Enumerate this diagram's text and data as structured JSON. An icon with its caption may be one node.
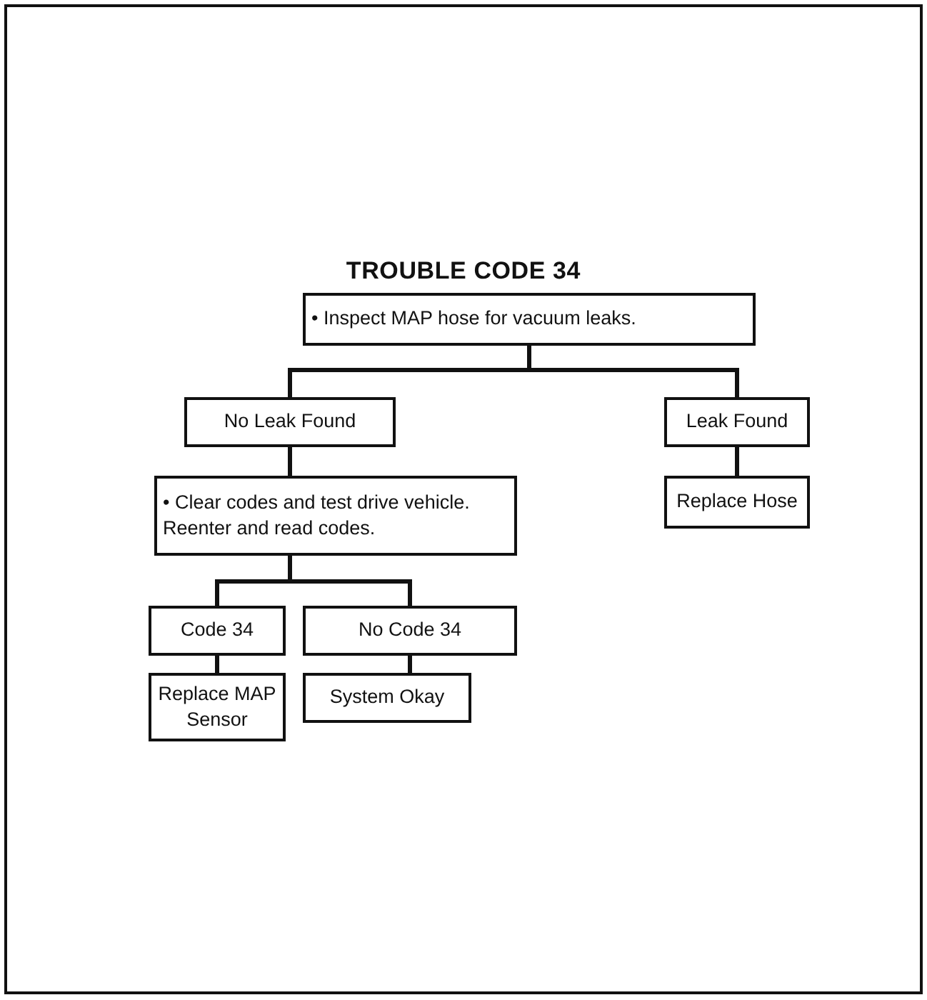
{
  "diagram": {
    "title": "TROUBLE CODE 34",
    "nodes": [
      {
        "text": [
          "• Inspect MAP hose for vacuum leaks."
        ]
      },
      {
        "text": [
          "No Leak Found"
        ]
      },
      {
        "text": [
          "Leak Found"
        ]
      },
      {
        "text": [
          "• Clear codes and test drive vehicle. Reenter and read codes."
        ]
      },
      {
        "text": [
          "Replace Hose"
        ]
      },
      {
        "text": [
          "Code 34"
        ]
      },
      {
        "text": [
          "No Code 34"
        ]
      },
      {
        "text": [
          "Replace MAP Sensor"
        ]
      },
      {
        "text": [
          "System Okay"
        ]
      }
    ],
    "edges": [
      {
        "from": 0,
        "to": 1,
        "arrow": "none"
      },
      {
        "from": 0,
        "to": 2,
        "arrow": "none"
      },
      {
        "from": 1,
        "to": 3,
        "arrow": "none"
      },
      {
        "from": 2,
        "to": 4,
        "arrow": "none"
      },
      {
        "from": 3,
        "to": 5,
        "arrow": "none"
      },
      {
        "from": 3,
        "to": 6,
        "arrow": "none"
      },
      {
        "from": 5,
        "to": 7,
        "arrow": "none"
      },
      {
        "from": 6,
        "to": 8,
        "arrow": "none"
      }
    ]
  }
}
